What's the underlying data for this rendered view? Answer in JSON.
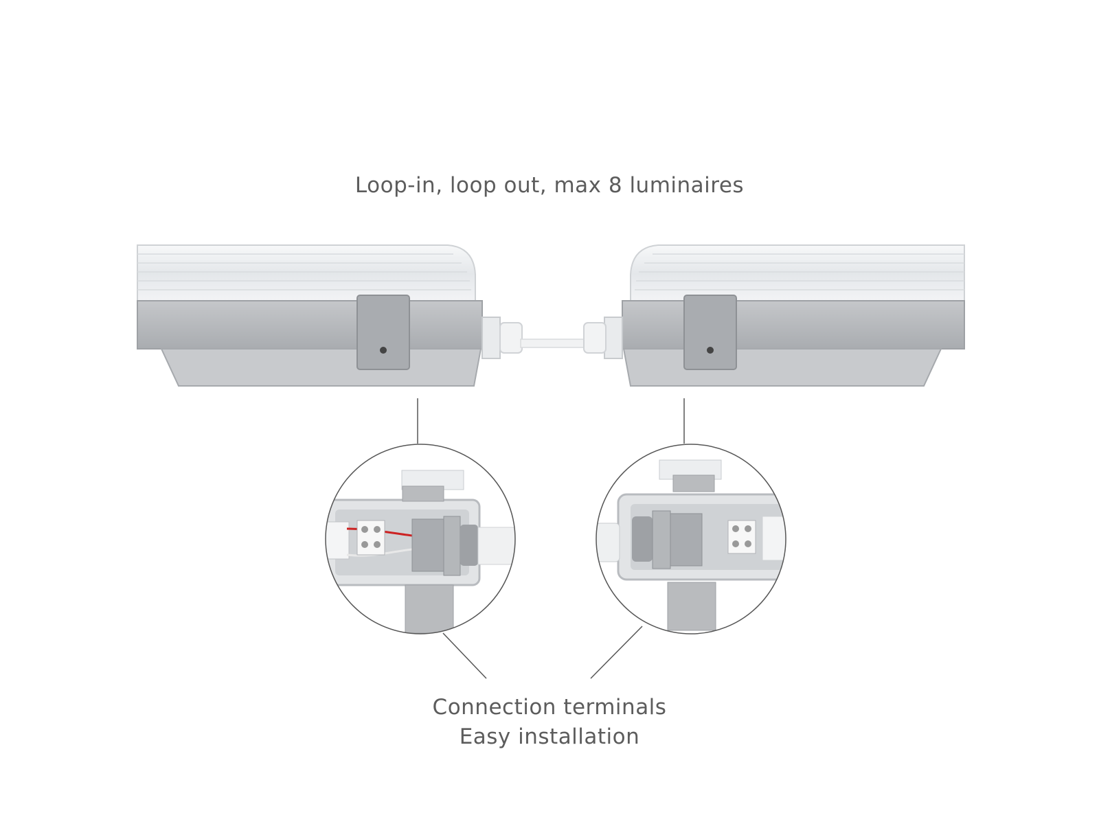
{
  "headline": "Loop-in, loop out, max 8 luminaires",
  "footer": {
    "line1": "Connection terminals",
    "line2": "Easy installation"
  },
  "colors": {
    "housing": "#b9bbbe",
    "housing_dark": "#9ea1a5",
    "diffuser": "#eef0f2",
    "text": "#5c5c5c",
    "leader": "#555555",
    "wire_red": "#cc2222"
  }
}
